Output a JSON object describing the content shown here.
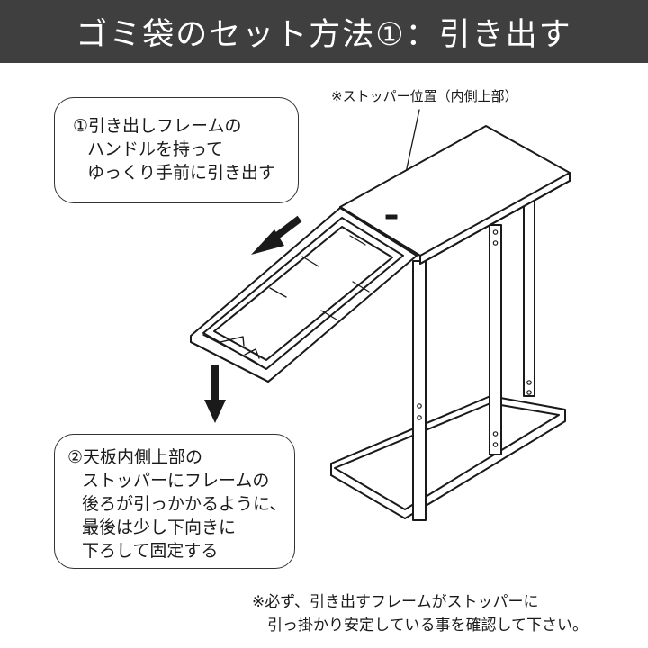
{
  "title": "ゴミ袋のセット方法①：引き出す",
  "callout_1": {
    "lines": [
      "①引き出しフレームの",
      "ハンドルを持って",
      "ゆっくり手前に引き出す"
    ]
  },
  "callout_2": {
    "lines": [
      "②天板内側上部の",
      "ストッパーにフレームの",
      "後ろが引っかかるように、",
      "最後は少し下向きに",
      "下ろして固定する"
    ]
  },
  "stopper_label": "※ストッパー位置（内側上部）",
  "footnote": {
    "lines": [
      "※必ず、引き出すフレームがストッパーに",
      "引っ掛かり安定している事を確認して下さい。"
    ]
  },
  "colors": {
    "title_bar": "#3f3f3f",
    "title_text": "#ffffff",
    "line_art": "#1a1a1a"
  }
}
